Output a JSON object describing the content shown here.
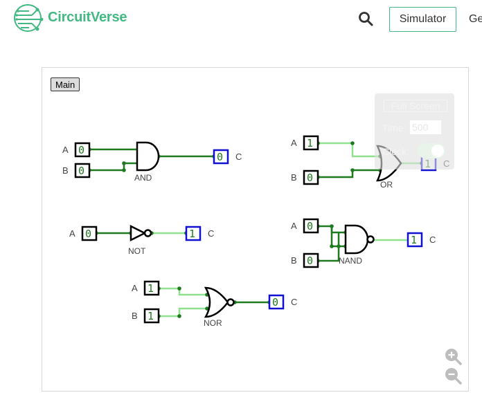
{
  "header": {
    "brand": "CircuitVerse",
    "simulator_label": "Simulator",
    "nav_partial": "Ge"
  },
  "simulator": {
    "tab_label": "Main",
    "controls": {
      "fullscreen_label": "Full Screen",
      "time_label": "Time:",
      "time_value": "500",
      "clock_label": "Clock:"
    },
    "circuits": [
      {
        "gate": "AND",
        "inputs": [
          {
            "label": "A",
            "value": "0"
          },
          {
            "label": "B",
            "value": "0"
          }
        ],
        "output": {
          "label": "C",
          "value": "0"
        }
      },
      {
        "gate": "OR",
        "inputs": [
          {
            "label": "A",
            "value": "1"
          },
          {
            "label": "B",
            "value": "0"
          }
        ],
        "output": {
          "label": "C",
          "value": "1"
        }
      },
      {
        "gate": "NOT",
        "inputs": [
          {
            "label": "A",
            "value": "0"
          }
        ],
        "output": {
          "label": "C",
          "value": "1"
        }
      },
      {
        "gate": "NAND",
        "inputs": [
          {
            "label": "A",
            "value": "0"
          },
          {
            "label": "B",
            "value": "0"
          }
        ],
        "output": {
          "label": "C",
          "value": "1"
        }
      },
      {
        "gate": "NOR",
        "inputs": [
          {
            "label": "A",
            "value": "1"
          },
          {
            "label": "B",
            "value": "1"
          }
        ],
        "output": {
          "label": "C",
          "value": "0"
        }
      }
    ]
  },
  "colors": {
    "brand": "#42b983",
    "wire_low": "#1f7a1f",
    "wire_high": "#8fe08f",
    "output_border": "#1010d0",
    "input_border": "#000000"
  }
}
